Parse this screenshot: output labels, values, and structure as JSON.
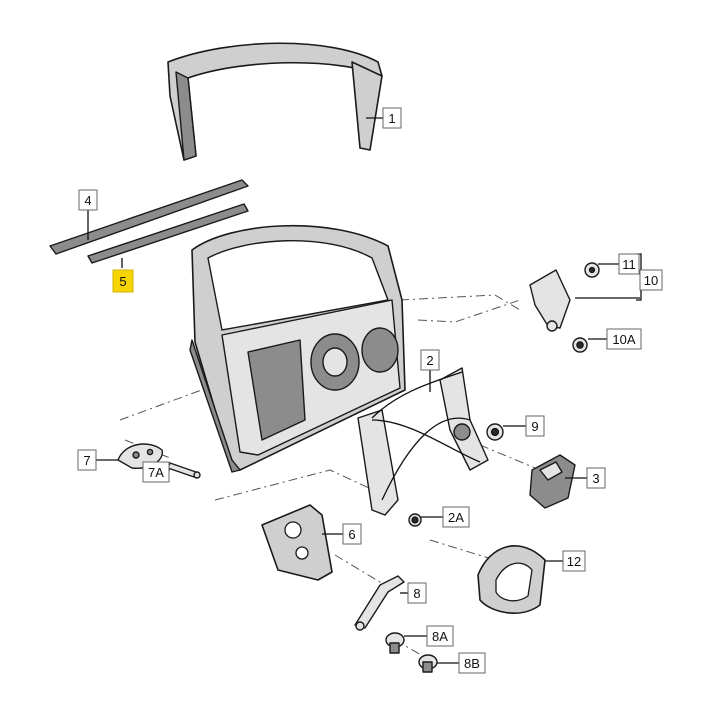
{
  "callouts": {
    "c1": "1",
    "c2": "2",
    "c2A": "2A",
    "c3": "3",
    "c4": "4",
    "c5": "5",
    "c6": "6",
    "c7": "7",
    "c7A": "7A",
    "c8": "8",
    "c8A": "8A",
    "c8B": "8B",
    "c9": "9",
    "c10": "10",
    "c10A": "10A",
    "c11": "11",
    "c12": "12"
  },
  "highlight": {
    "callout": "5",
    "color": "#f5d400"
  },
  "colors": {
    "part_fill": "#cfcfcf",
    "part_outline": "#1a1a1a",
    "leader": "#111111",
    "dash_line": "#555555"
  }
}
